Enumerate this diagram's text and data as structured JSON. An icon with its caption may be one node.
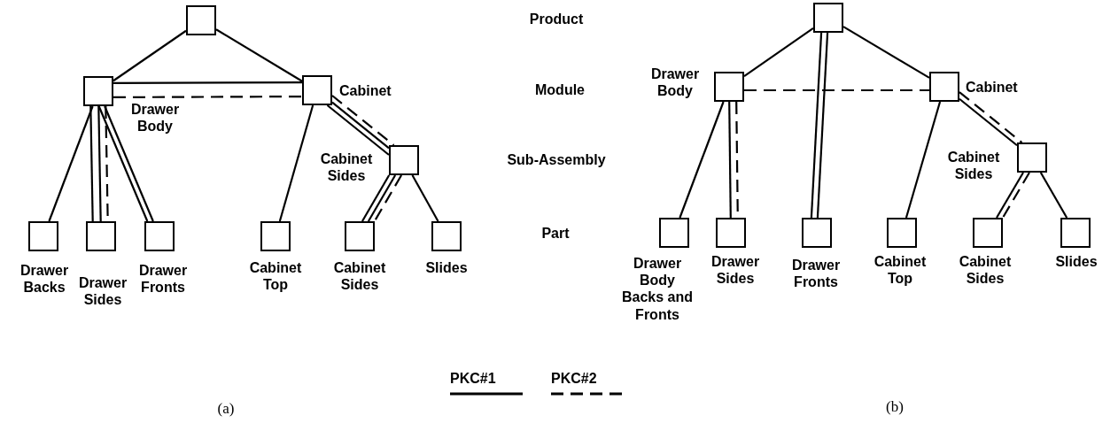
{
  "diagram": {
    "nodes": [
      {
        "text": [],
        "shape": "box"
      },
      {
        "text": [],
        "shape": "box",
        "beside": [
          "Drawer Body"
        ]
      },
      {
        "text": [],
        "shape": "box",
        "beside": [
          "Cabinet"
        ]
      },
      {
        "text": [],
        "shape": "box",
        "beside": [
          "Cabinet Sides"
        ]
      },
      {
        "text": [],
        "shape": "box",
        "beside": [
          "Drawer Backs"
        ]
      },
      {
        "text": [],
        "shape": "box",
        "beside": [
          "Drawer Sides"
        ]
      },
      {
        "text": [],
        "shape": "box",
        "beside": [
          "Drawer Fronts"
        ]
      },
      {
        "text": [],
        "shape": "box",
        "beside": [
          "Cabinet Top"
        ]
      },
      {
        "text": [],
        "shape": "box",
        "beside": [
          "Cabinet Sides"
        ]
      },
      {
        "text": [],
        "shape": "box",
        "beside": [
          "Slides"
        ]
      },
      {
        "text": [],
        "shape": "box"
      },
      {
        "text": [],
        "shape": "box",
        "beside": [
          "Drawer Body"
        ]
      },
      {
        "text": [],
        "shape": "box",
        "beside": [
          "Cabinet"
        ]
      },
      {
        "text": [],
        "shape": "box",
        "beside": [
          "Cabinet Sides"
        ]
      },
      {
        "text": [],
        "shape": "box",
        "beside": [
          "Drawer Body Backs and Fronts"
        ]
      },
      {
        "text": [],
        "shape": "box",
        "beside": [
          "Drawer Sides"
        ]
      },
      {
        "text": [],
        "shape": "box",
        "beside": [
          "Drawer Fronts"
        ]
      },
      {
        "text": [],
        "shape": "box",
        "beside": [
          "Cabinet Top"
        ]
      },
      {
        "text": [],
        "shape": "box",
        "beside": [
          "Cabinet Sides"
        ]
      },
      {
        "text": [],
        "shape": "box",
        "beside": [
          "Slides"
        ]
      }
    ],
    "edges": [
      {
        "from": 0,
        "to": 1,
        "arrow": "none"
      },
      {
        "from": 0,
        "to": 2,
        "arrow": "none"
      },
      {
        "from": 1,
        "to": 4,
        "arrow": "none"
      },
      {
        "from": 1,
        "to": 5,
        "arrow": "none"
      },
      {
        "from": 1,
        "to": 6,
        "arrow": "none"
      },
      {
        "from": 2,
        "to": 7,
        "arrow": "none"
      },
      {
        "from": 2,
        "to": 3,
        "arrow": "none"
      },
      {
        "from": 3,
        "to": 8,
        "arrow": "none"
      },
      {
        "from": 3,
        "to": 9,
        "arrow": "none"
      },
      {
        "from": 1,
        "to": 5,
        "arrow": "none"
      },
      {
        "from": 1,
        "to": 6,
        "arrow": "none"
      },
      {
        "from": 1,
        "to": 2,
        "arrow": "none"
      },
      {
        "from": 2,
        "to": 3,
        "arrow": "none"
      },
      {
        "from": 3,
        "to": 8,
        "arrow": "none"
      },
      {
        "from": 1,
        "to": 5,
        "arrow": "none",
        "style": "dashed"
      },
      {
        "from": 1,
        "to": 2,
        "arrow": "none",
        "style": "dashed"
      },
      {
        "from": 2,
        "to": 3,
        "arrow": "none",
        "style": "dashed"
      },
      {
        "from": 3,
        "to": 8,
        "arrow": "none",
        "style": "dashed"
      },
      {
        "from": 10,
        "to": 11,
        "arrow": "none"
      },
      {
        "from": 10,
        "to": 12,
        "arrow": "none"
      },
      {
        "from": 10,
        "to": 16,
        "arrow": "none"
      },
      {
        "from": 11,
        "to": 14,
        "arrow": "none"
      },
      {
        "from": 11,
        "to": 15,
        "arrow": "none"
      },
      {
        "from": 12,
        "to": 17,
        "arrow": "none"
      },
      {
        "from": 12,
        "to": 13,
        "arrow": "none"
      },
      {
        "from": 13,
        "to": 18,
        "arrow": "none"
      },
      {
        "from": 13,
        "to": 19,
        "arrow": "none"
      },
      {
        "from": 10,
        "to": 16,
        "arrow": "none"
      },
      {
        "from": 11,
        "to": 15,
        "arrow": "none",
        "style": "dashed"
      },
      {
        "from": 11,
        "to": 12,
        "arrow": "none",
        "style": "dashed"
      },
      {
        "from": 12,
        "to": 13,
        "arrow": "none",
        "style": "dashed"
      },
      {
        "from": 13,
        "to": 18,
        "arrow": "none",
        "style": "dashed"
      }
    ],
    "labels": [
      "Product",
      "Module",
      "Sub-Assembly",
      "Part",
      "(a)",
      "(b)"
    ],
    "legend": [
      {
        "text": "PKC#1"
      },
      {
        "text": "PKC#2"
      }
    ]
  }
}
